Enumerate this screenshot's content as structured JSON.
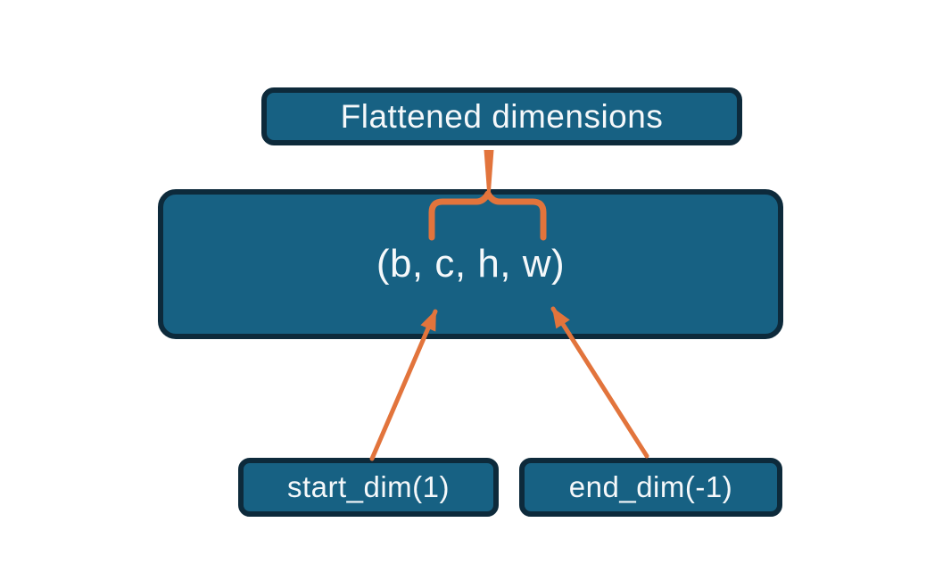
{
  "colors": {
    "background": "#ffffff",
    "node_fill": "#176183",
    "node_border": "#0d2a3b",
    "connector": "#e2743c",
    "text": "#f5f8fa"
  },
  "nodes": {
    "flattened": {
      "label": "Flattened dimensions"
    },
    "shape": {
      "label": "(b, c, h, w)"
    },
    "start_dim": {
      "label": "start_dim(1)"
    },
    "end_dim": {
      "label": "end_dim(-1)"
    }
  },
  "connectors": {
    "brace": {
      "kind": "curly-brace",
      "from": "Flattened dimensions",
      "spans": "c, h, w"
    },
    "arrow_start": {
      "from": "start_dim(1)",
      "to": "c"
    },
    "arrow_end": {
      "from": "end_dim(-1)",
      "to": "w"
    }
  }
}
